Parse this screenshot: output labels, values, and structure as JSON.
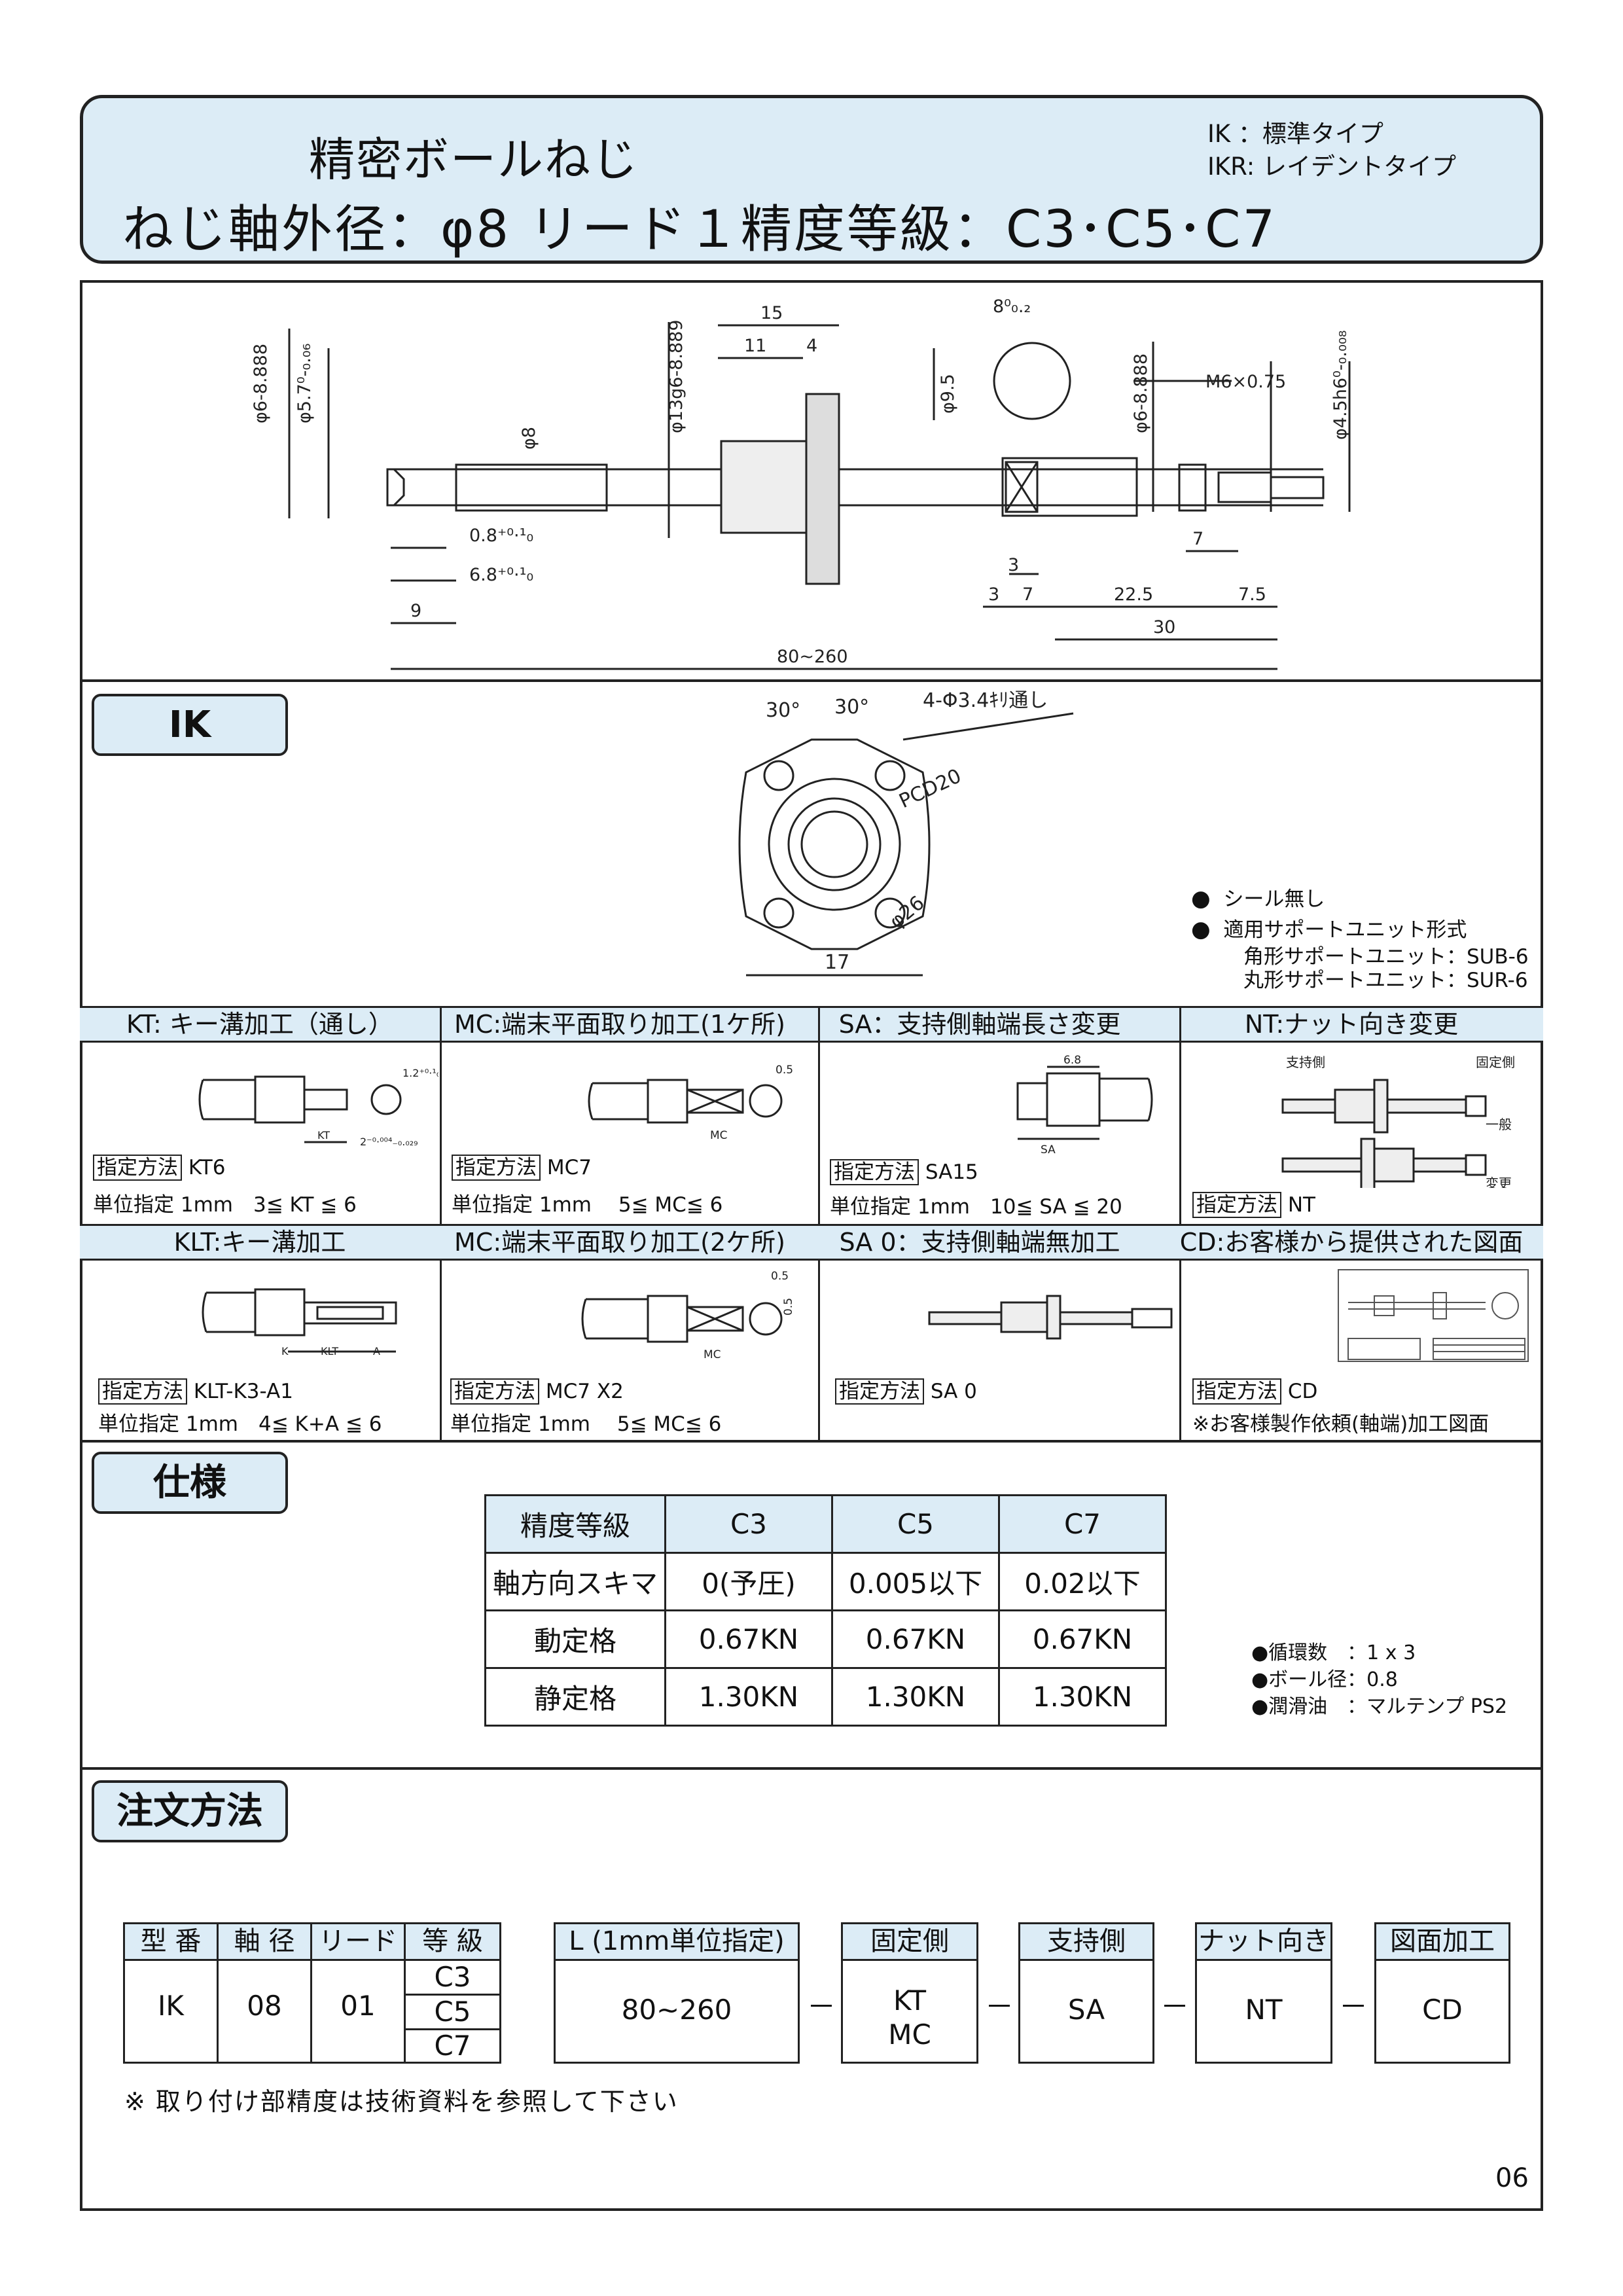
{
  "header": {
    "title_line1": "精密ボールねじ",
    "title_line2": "ねじ軸外径：φ8 リード１精度等級：C3･C5･C7",
    "type_ik": "IK ：標準タイプ",
    "type_ikr": "IKR: レイデントタイプ"
  },
  "drawing": {
    "dims": [
      "φ6-8.888",
      "φ5.7⁰-₀.₀₆",
      "φ8",
      "φ13g6-8.889",
      "15",
      "11",
      "4",
      "8⁰₀.₂",
      "φ9.5",
      "φ6-8.888",
      "M6×0.75",
      "φ4.5h6⁰-₀.₀₀₈",
      "0.8⁺⁰·¹₀",
      "6.8⁺⁰·¹₀",
      "9",
      "3",
      "3",
      "7",
      "22.5",
      "7",
      "7.5",
      "30",
      "80~260"
    ]
  },
  "ik": {
    "tab": "IK",
    "note_a": "30°",
    "note_b": "30°",
    "holes": "4-Φ3.4ｷﾘ通し",
    "pcd": "PCD20",
    "dia": "φ26",
    "width": "17",
    "bullets": [
      "シール無し",
      "適用サポートユニット形式"
    ],
    "support_square": "角形サポートユニット：SUB-6",
    "support_round": "丸形サポートユニット：SUR-6"
  },
  "options_row1": {
    "headers": [
      "KT: キー溝加工（通し）",
      "MC:端末平面取り加工(1ケ所)",
      "SA：支持側軸端長さ変更",
      "NT:ナット向き変更"
    ],
    "kt": {
      "spec_label": "指定方法",
      "spec_value": "KT6",
      "unit": "単位指定 1mm　3≦ KT ≦ 6",
      "d1": "1.2⁺⁰·¹₀",
      "d2": "2⁻⁰·⁰⁰⁴₋₀.₀₂₉",
      "d3": "KT"
    },
    "mc": {
      "spec_label": "指定方法",
      "spec_value": "MC7",
      "unit": "単位指定 1mm　 5≦ MC≦ 6",
      "d1": "0.5",
      "d2": "MC"
    },
    "sa": {
      "spec_label": "指定方法",
      "spec_value": "SA15",
      "unit": "単位指定 1mm　10≦ SA ≦ 20",
      "d1": "6.8",
      "d2": "SA"
    },
    "nt": {
      "spec_label": "指定方法",
      "spec_value": "NT",
      "support": "支持側",
      "fixed": "固定側",
      "general": "一般",
      "changed": "変更"
    }
  },
  "options_row2": {
    "headers": [
      "KLT:キー溝加工",
      "MC:端末平面取り加工(2ケ所)",
      "SA 0：支持側軸端無加工",
      "CD:お客様から提供された図面"
    ],
    "klt": {
      "spec_label": "指定方法",
      "spec_value": "KLT-K3-A1",
      "unit": "単位指定 1mm　4≦ K+A ≦ 6",
      "k": "K",
      "klt": "KLT",
      "a": "A"
    },
    "mc2": {
      "spec_label": "指定方法",
      "spec_value": "MC7 X2",
      "unit": "単位指定 1mm　 5≦ MC≦ 6",
      "d1": "0.5",
      "d2": "0.5",
      "d3": "MC"
    },
    "sa0": {
      "spec_label": "指定方法",
      "spec_value": "SA 0"
    },
    "cd": {
      "spec_label": "指定方法",
      "spec_value": "CD",
      "note": "※お客様製作依頼(軸端)加工図面"
    }
  },
  "spec": {
    "tab": "仕様",
    "table": [
      [
        "精度等級",
        "C3",
        "C5",
        "C7"
      ],
      [
        "軸方向スキマ",
        "0(予圧)",
        "0.005以下",
        "0.02以下"
      ],
      [
        "動定格",
        "0.67KN",
        "0.67KN",
        "0.67KN"
      ],
      [
        "静定格",
        "1.30KN",
        "1.30KN",
        "1.30KN"
      ]
    ],
    "notes": [
      "●循環数　：1 x 3",
      "●ボール径：0.8",
      "●潤滑油　：マルテンプ PS2"
    ]
  },
  "order": {
    "tab": "注文方法",
    "model_header": "型 番",
    "shaft_header": "軸 径",
    "lead_header": "リード",
    "grade_header": "等 級",
    "model": "IK",
    "shaft": "08",
    "lead": "01",
    "grades": [
      "C3",
      "C5",
      "C7"
    ],
    "length_header": "L (1mm単位指定)",
    "length": "80~260",
    "fixed_header": "固定側",
    "fixed_a": "KT",
    "fixed_b": "MC",
    "support_header": "支持側",
    "support": "SA",
    "nut_header": "ナット向き",
    "nut": "NT",
    "drawing_header": "図面加工",
    "drawing": "CD",
    "dash": "－",
    "note": "※ 取り付け部精度は技術資料を参照して下さい"
  },
  "page_number": "06"
}
